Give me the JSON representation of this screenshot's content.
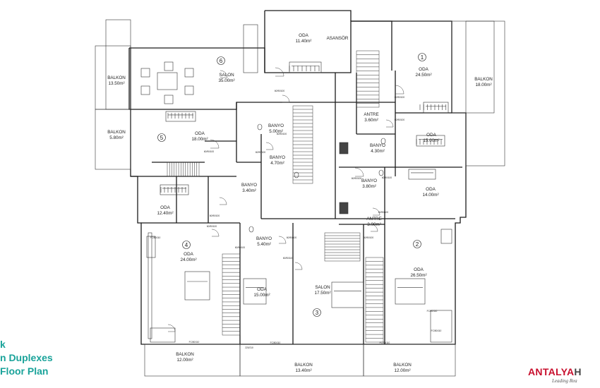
{
  "captions": [
    "k",
    "n Duplexes",
    "Floor Plan"
  ],
  "logo": {
    "name": "ANTALYA",
    "h": "H",
    "tagline": "Leading Rea"
  },
  "rooms": [
    {
      "name": "BALKON",
      "area": "13.50m²"
    },
    {
      "name": "SALON",
      "area": "35.00m²"
    },
    {
      "name": "ODA",
      "area": "11.40m²"
    },
    {
      "name": "ASANSÖR",
      "area": ""
    },
    {
      "name": "ODA",
      "area": "24.50m²"
    },
    {
      "name": "BALKON",
      "area": "18.00m²"
    },
    {
      "name": "BALKON",
      "area": "5.80m²"
    },
    {
      "name": "ODA",
      "area": "18.00m²"
    },
    {
      "name": "BANYO",
      "area": "5.00m²"
    },
    {
      "name": "BANYO",
      "area": "4.70m²"
    },
    {
      "name": "ANTRE",
      "area": "3.60m²"
    },
    {
      "name": "ODA",
      "area": "15.00m²"
    },
    {
      "name": "BANYO",
      "area": "4.30m²"
    },
    {
      "name": "BANYO",
      "area": "3.40m²"
    },
    {
      "name": "ODA",
      "area": "12.40m²"
    },
    {
      "name": "BANYO",
      "area": "3.80m²"
    },
    {
      "name": "ODA",
      "area": "14.00m²"
    },
    {
      "name": "ANTRE",
      "area": "3.00m²"
    },
    {
      "name": "BANYO",
      "area": "5.40m²"
    },
    {
      "name": "ODA",
      "area": "24.00m²"
    },
    {
      "name": "ODA",
      "area": "15.00m²"
    },
    {
      "name": "SALON",
      "area": "17.50m²"
    },
    {
      "name": "ODA",
      "area": "26.50m²"
    },
    {
      "name": "BALKON",
      "area": "12.00m²"
    },
    {
      "name": "BALKON",
      "area": "13.40m²"
    },
    {
      "name": "BALKON",
      "area": "12.00m²"
    }
  ],
  "markers": [
    "1",
    "2",
    "3",
    "4",
    "5",
    "6"
  ],
  "door_dims": [
    "60/90/100",
    "60/90/100",
    "60/90/100",
    "60/90/100",
    "60/90/100",
    "60/90/100",
    "60/90/100",
    "60/90/100",
    "60/90/100",
    "60/90/100",
    "60/90/100",
    "60/90/100",
    "60/90/100",
    "60/90/100",
    "60/90/100",
    "FC/80/110",
    "FC/80/110",
    "FC/80/110",
    "FC/80/110",
    "FC/80/110",
    "FC/80/110",
    "220/210"
  ]
}
